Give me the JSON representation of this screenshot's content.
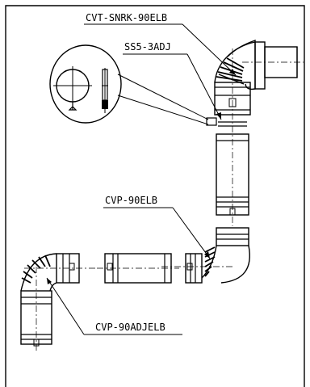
{
  "diagram": {
    "labels": {
      "elbow_top": "CVT-SNRK-90ELB",
      "adapter": "SS5-3ADJ",
      "elbow_middle": "CVP-90ELB",
      "elbow_adjustable": "CVP-90ADJELB"
    }
  }
}
